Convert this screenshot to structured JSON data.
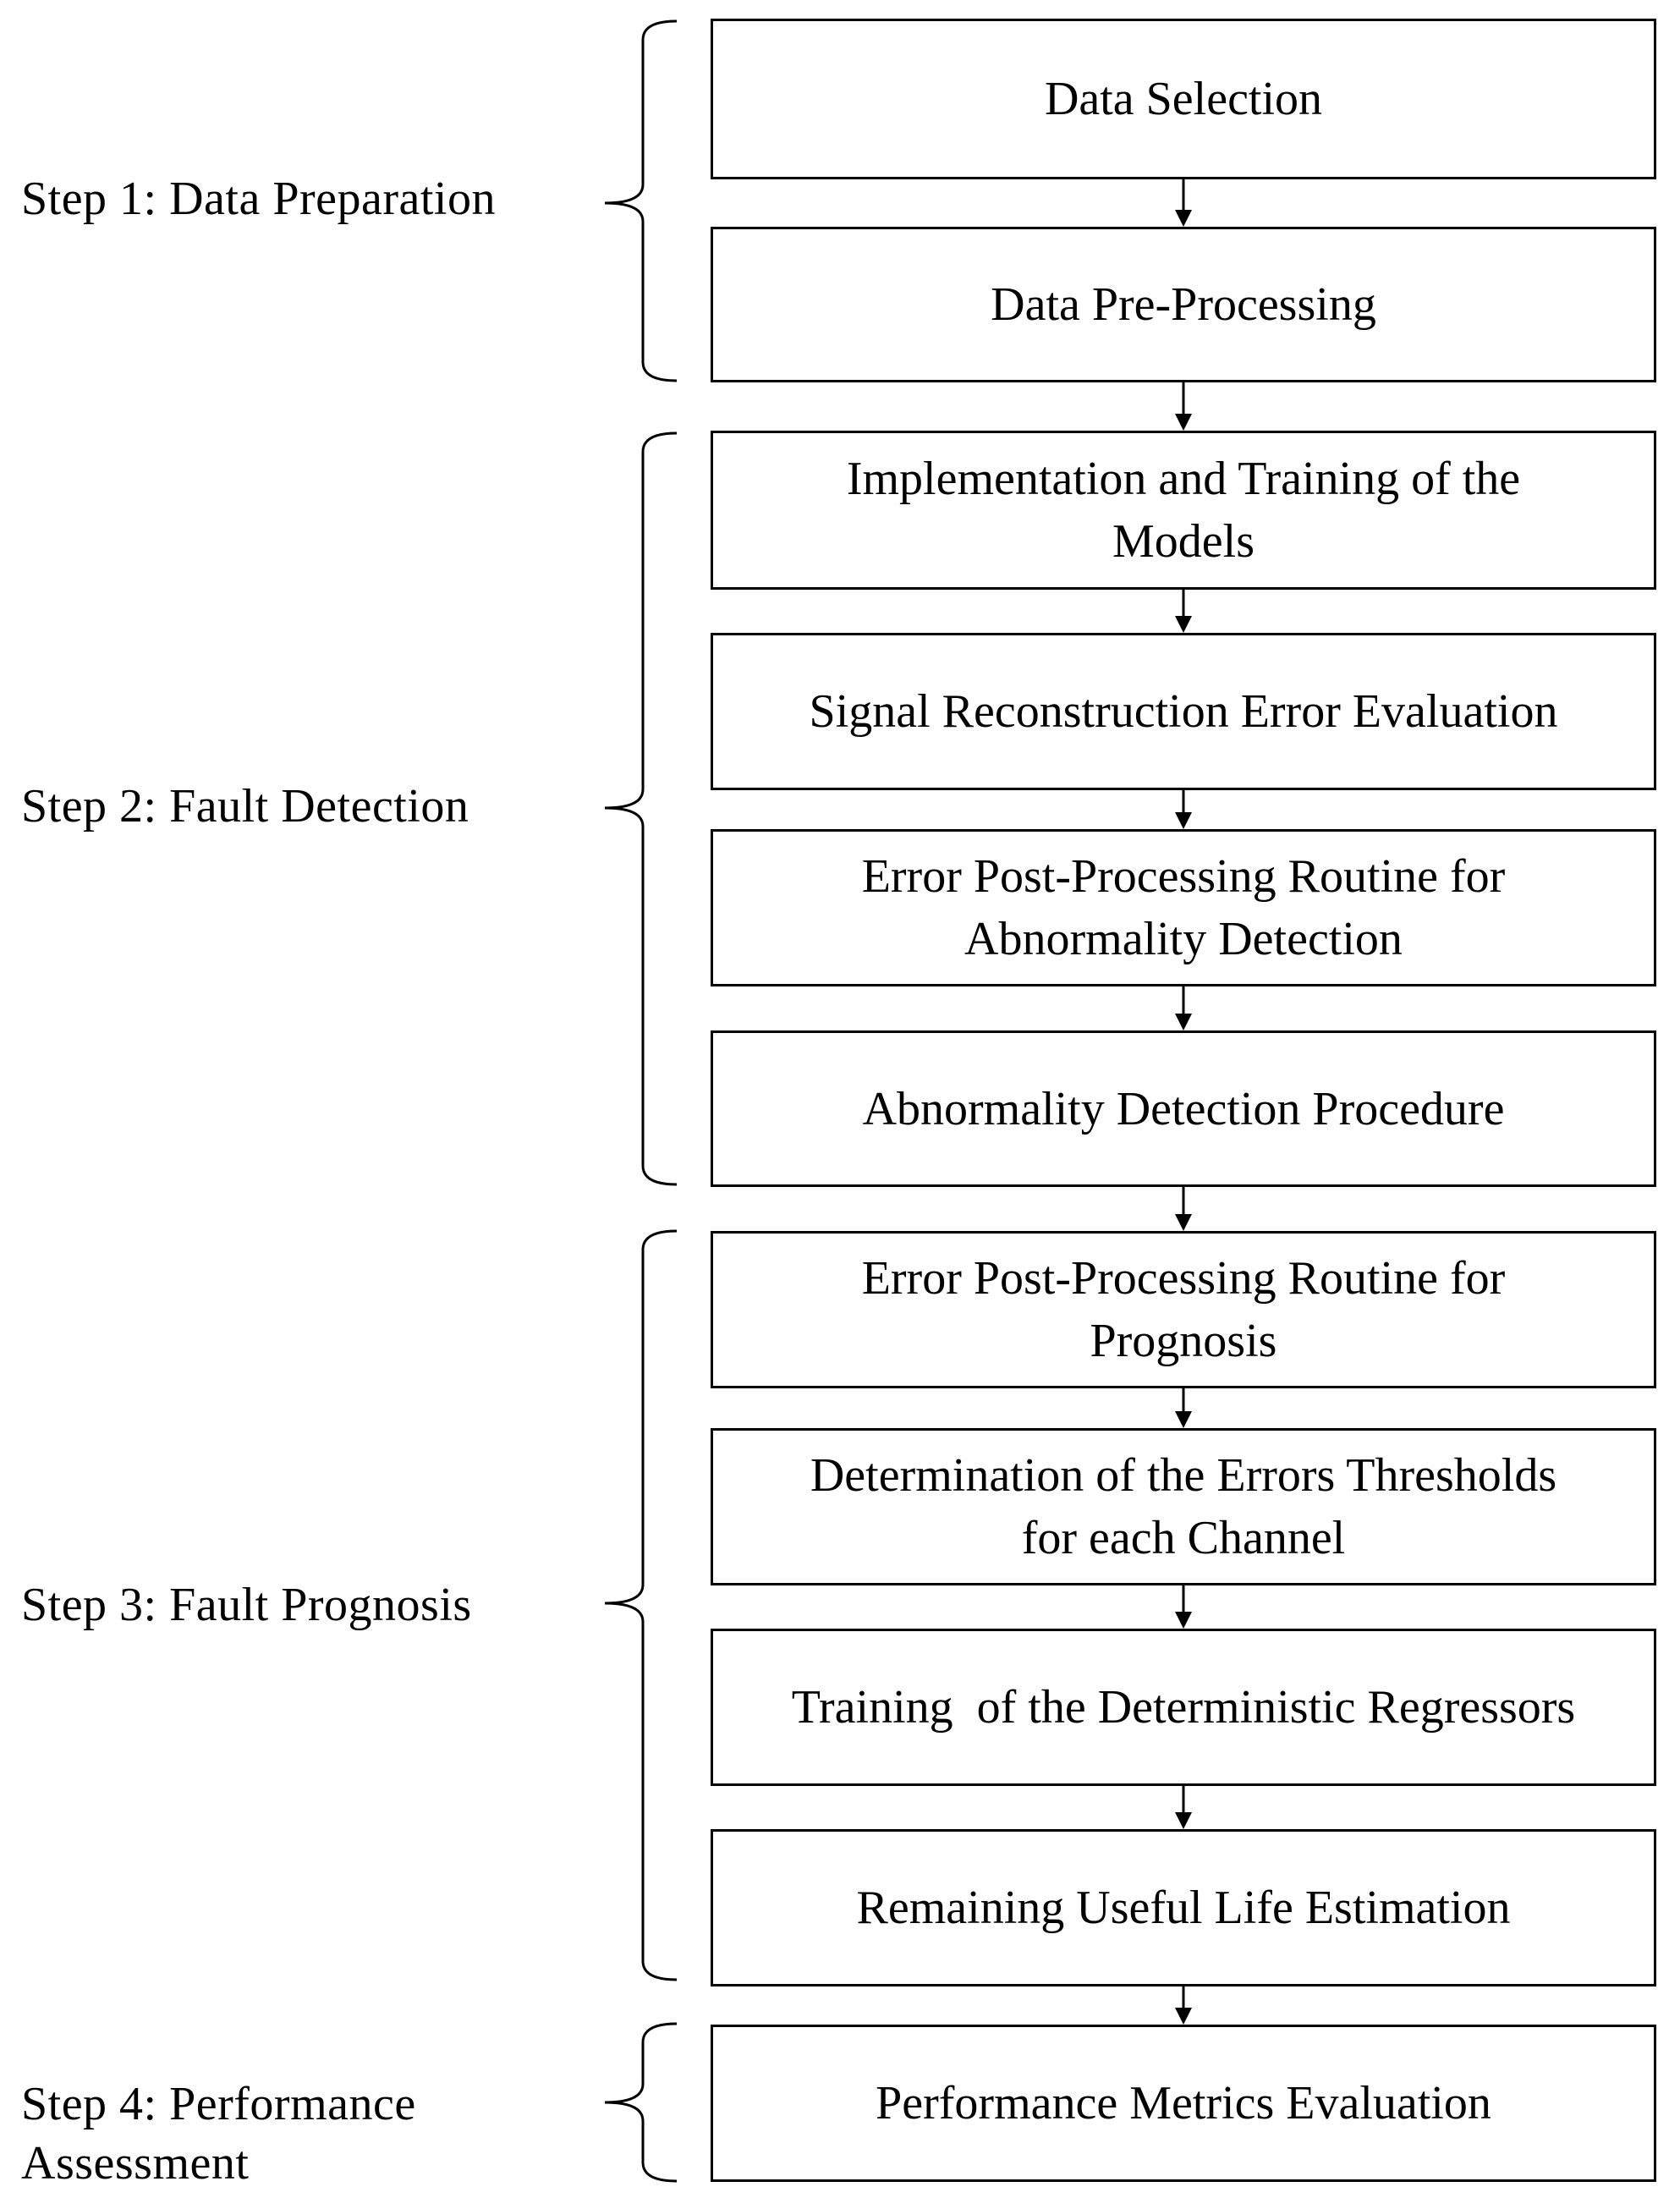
{
  "steps": [
    {
      "label": "Step 1: Data Preparation"
    },
    {
      "label": "Step 2: Fault Detection"
    },
    {
      "label": "Step 3: Fault Prognosis"
    },
    {
      "label": "Step 4: Performance\nAssessment"
    }
  ],
  "boxes": [
    {
      "text": "Data Selection"
    },
    {
      "text": "Data Pre-Processing"
    },
    {
      "text": "Implementation and Training of the\nModels"
    },
    {
      "text": "Signal Reconstruction Error Evaluation"
    },
    {
      "text": "Error Post-Processing Routine for\nAbnormality Detection"
    },
    {
      "text": "Abnormality Detection Procedure"
    },
    {
      "text": "Error Post-Processing Routine for\nPrognosis"
    },
    {
      "text": "Determination of the Errors Thresholds\nfor each Channel"
    },
    {
      "text": "Training  of the Deterministic Regressors"
    },
    {
      "text": "Remaining Useful Life Estimation"
    },
    {
      "text": "Performance Metrics Evaluation"
    }
  ]
}
